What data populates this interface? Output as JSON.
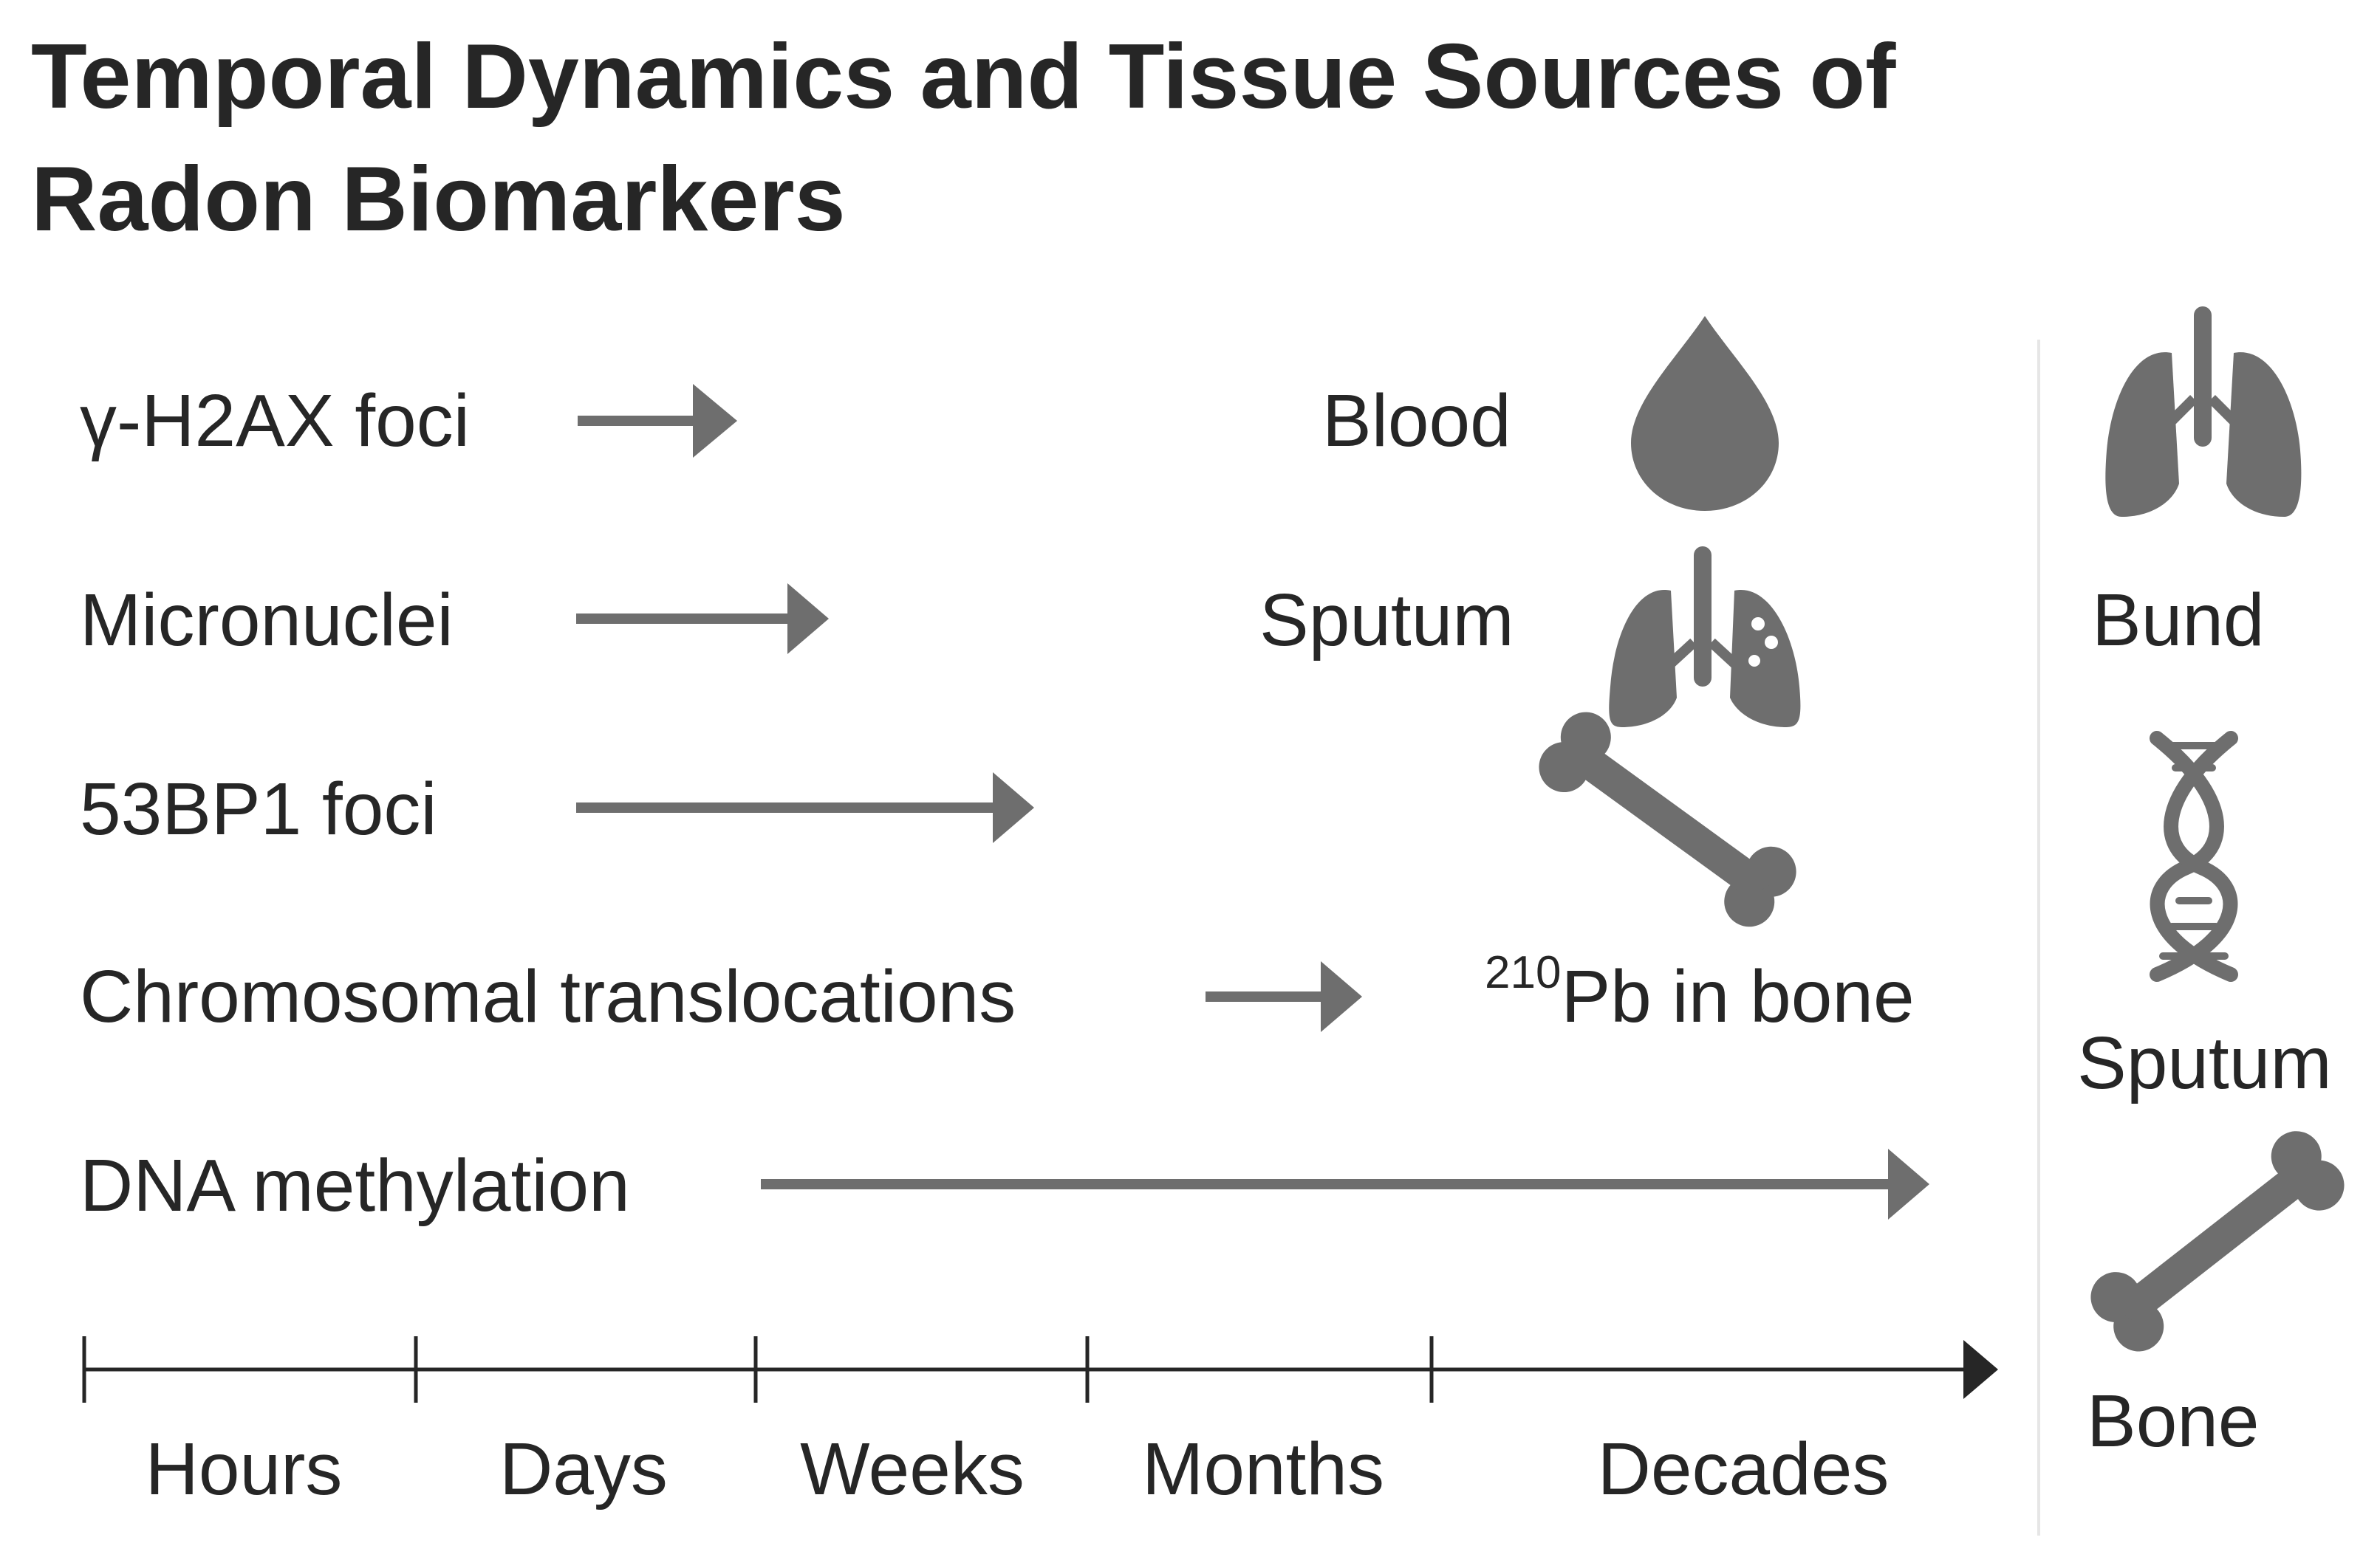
{
  "title": {
    "line1": "Temporal Dynamics and Tissue Sources of",
    "line2": "Radon Biomarkers"
  },
  "biomarkers": [
    {
      "label": "γ-H2AX foci",
      "arrow_end": "Days"
    },
    {
      "label": "Micronuclei",
      "arrow_end": "Weeks"
    },
    {
      "label": "53BP1 foci",
      "arrow_end": "Weeks"
    },
    {
      "label": "Chromosomal translocations",
      "arrow_end": "Months"
    },
    {
      "label": "DNA methylation",
      "arrow_end": "Decades"
    }
  ],
  "tissues_middle": {
    "blood": "Blood",
    "sputum": "Sputum",
    "pb_isotope": "210",
    "pb_text": "Pb in bone"
  },
  "timeline": {
    "ticks": [
      "Hours",
      "Days",
      "Weeks",
      "Months",
      "Decades"
    ]
  },
  "tissues_right": {
    "lung_label": "Bund",
    "dna_label": "Sputum",
    "bone_label": "Bone"
  },
  "icons": {
    "blood": "blood-drop-icon",
    "sputum": "lungs-sputum-icon",
    "bone_middle": "bone-icon",
    "lungs_right": "lungs-icon",
    "dna_right": "dna-helix-icon",
    "bone_right": "bone-icon"
  },
  "colors": {
    "text": "#262626",
    "icon": "#6e6e6e",
    "arrow": "#6e6e6e",
    "axis": "#262626",
    "divider": "#e6e6e6"
  }
}
